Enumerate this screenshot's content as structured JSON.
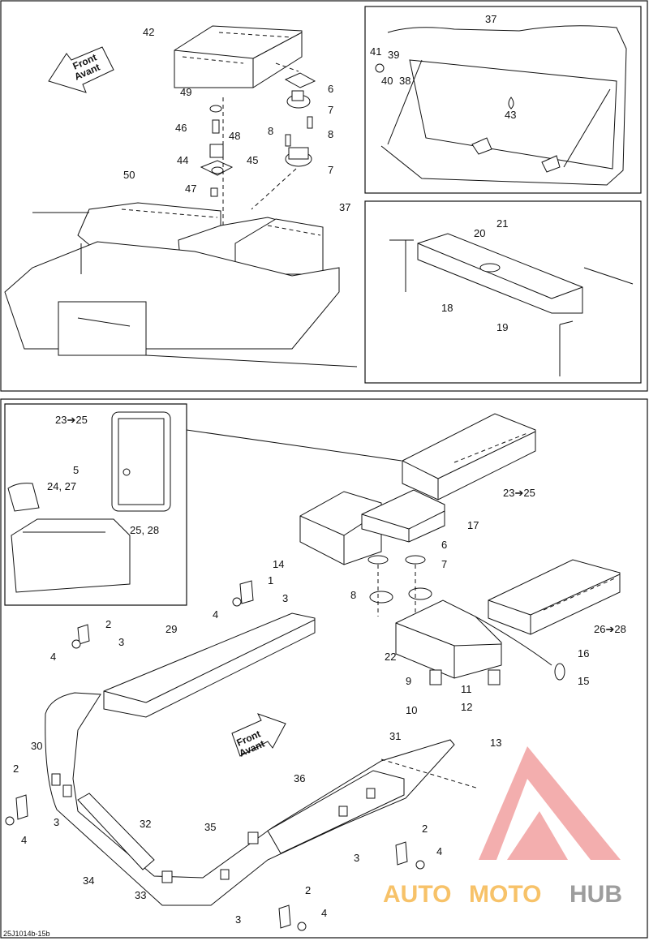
{
  "diagram": {
    "code": "25J1014b-15b",
    "arrow_text_line1": "Front",
    "arrow_text_line2": "Avant",
    "watermark": {
      "part1": "AUTO",
      "part2": "MOTO",
      "part3": "HUB",
      "colors": {
        "tri": "#f2a0a0",
        "a": "#f6b84f",
        "b": "#8d8d8d"
      }
    },
    "top_callouts": {
      "c42": "42",
      "c49": "49",
      "c46": "46",
      "c48": "48",
      "c44": "44",
      "c45": "45",
      "c47": "47",
      "c50": "50",
      "c6": "6",
      "c7a": "7",
      "c8a": "8",
      "c8b": "8",
      "c7b": "7",
      "c37b": "37"
    },
    "inset1_callouts": {
      "c37": "37",
      "c41": "41",
      "c39": "39",
      "c40": "40",
      "c38": "38",
      "c43": "43"
    },
    "inset2_callouts": {
      "c21": "21",
      "c20": "20",
      "c18": "18",
      "c19": "19"
    },
    "bottom_inset_callouts": {
      "c2325": "23➔25",
      "c5": "5",
      "c2427": "24, 27",
      "c2528": "25, 28"
    },
    "bottom_callouts": {
      "c2325b": "23➔25",
      "c17": "17",
      "c14": "14",
      "c6": "6",
      "c7": "7",
      "c8": "8",
      "c1": "1",
      "c4a": "4",
      "c3a": "3",
      "c2a": "2",
      "c4b": "4",
      "c3b": "3",
      "c29": "29",
      "c2628": "26➔28",
      "c22": "22",
      "c16": "16",
      "c15": "15",
      "c9": "9",
      "c11": "11",
      "c10": "10",
      "c12": "12",
      "c30": "30",
      "c31": "31",
      "c13": "13",
      "c2b": "2",
      "c36": "36",
      "c4c": "4",
      "c3c": "3",
      "c32": "32",
      "c35": "35",
      "c2c": "2",
      "c3d": "3",
      "c4d": "4",
      "c34": "34",
      "c33": "33",
      "c2d": "2",
      "c3e": "3",
      "c4e": "4"
    }
  }
}
